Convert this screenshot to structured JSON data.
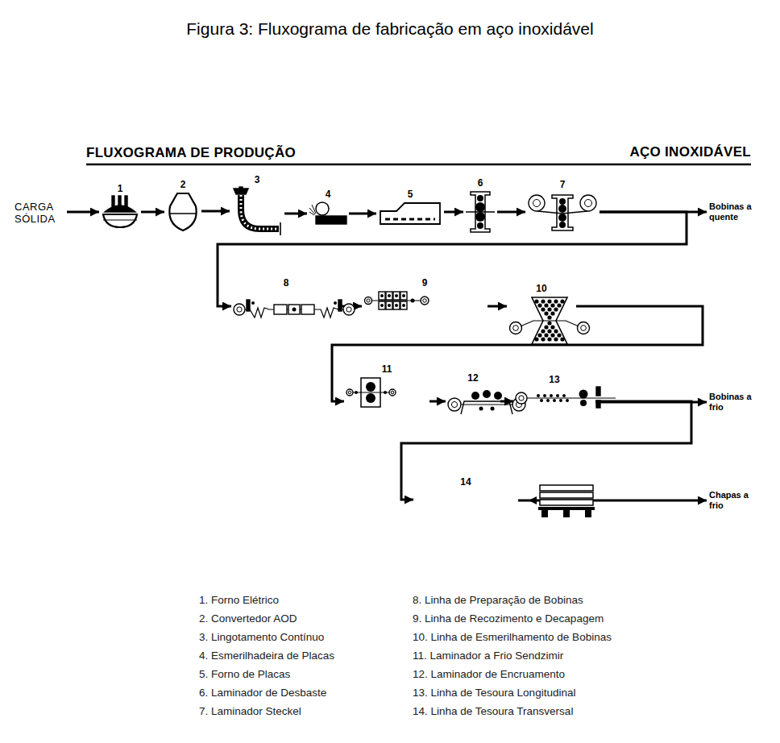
{
  "diagram": {
    "title": "Figura 3: Fluxograma de fabricação em aço inoxidável",
    "nodes": [
      {
        "text": [
          "CARGA SÓLIDA"
        ]
      },
      {
        "text": [
          "1"
        ]
      },
      {
        "text": [
          "2"
        ]
      },
      {
        "text": [
          "3"
        ]
      },
      {
        "text": [
          "4"
        ]
      },
      {
        "text": [
          "5"
        ]
      },
      {
        "text": [
          "6"
        ]
      },
      {
        "text": [
          "7"
        ]
      },
      {
        "text": [
          "Bobinas a quente"
        ]
      },
      {
        "text": [
          "8"
        ]
      },
      {
        "text": [
          "9"
        ]
      },
      {
        "text": [
          "10"
        ]
      },
      {
        "text": [
          "11"
        ]
      },
      {
        "text": [
          "12"
        ]
      },
      {
        "text": [
          "13"
        ]
      },
      {
        "text": [
          "Bobinas a frio"
        ]
      },
      {
        "text": [
          "14"
        ]
      },
      {
        "text": [
          "Chapas a frio"
        ]
      }
    ],
    "edges": [
      {
        "from": 0,
        "to": 1,
        "arrow": "to"
      },
      {
        "from": 1,
        "to": 2,
        "arrow": "to"
      },
      {
        "from": 2,
        "to": 3,
        "arrow": "to"
      },
      {
        "from": 3,
        "to": 4,
        "arrow": "to"
      },
      {
        "from": 4,
        "to": 5,
        "arrow": "to"
      },
      {
        "from": 5,
        "to": 6,
        "arrow": "to"
      },
      {
        "from": 6,
        "to": 7,
        "arrow": "to"
      },
      {
        "from": 7,
        "to": 8,
        "arrow": "to"
      },
      {
        "from": 7,
        "to": 9,
        "arrow": "to"
      },
      {
        "from": 9,
        "to": 10,
        "arrow": "to"
      },
      {
        "from": 10,
        "to": 11,
        "arrow": "to"
      },
      {
        "from": 11,
        "to": 12,
        "arrow": "to"
      },
      {
        "from": 12,
        "to": 13,
        "arrow": "to"
      },
      {
        "from": 13,
        "to": 14,
        "arrow": "to"
      },
      {
        "from": 14,
        "to": 15,
        "arrow": "to"
      },
      {
        "from": 14,
        "to": 16,
        "arrow": "to"
      },
      {
        "from": 16,
        "to": 17,
        "arrow": "to"
      }
    ],
    "labels": [
      "FLUXOGRAMA DE PRODUÇÃO",
      "AÇO INOXIDÁVEL",
      "1. Forno Elétrico",
      "2. Convertedor AOD",
      "3. Lingotamento Contínuo",
      "4. Esmerilhadeira de Placas",
      "5. Forno de Placas",
      "6. Laminador de Desbaste",
      "7. Laminador Steckel",
      "8. Linha de Preparação de Bobinas",
      "9. Linha de Recozimento e Decapagem",
      "10. Linha de Esmerilhamento de Bobinas",
      "11. Laminador a Frio Sendzimir",
      "12. Laminador de Encruamento",
      "13. Linha de Tesoura Longitudinal",
      "14. Linha de Tesoura Transversal"
    ]
  }
}
